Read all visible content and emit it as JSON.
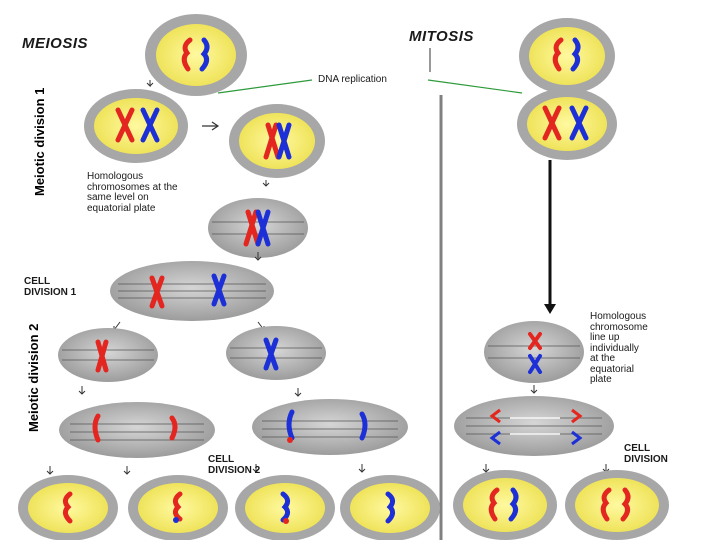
{
  "titles": {
    "meiosis": "MEIOSIS",
    "mitosis": "MITOSIS"
  },
  "labels": {
    "dna_replication": "DNA replication",
    "meiotic_division_1": "Meiotic division 1",
    "meiotic_division_2": "Meiotic division 2",
    "homologous_meiosis": "Homologous\nchromosomes at the\nsame level on\nequatorial plate",
    "cell_division_1": "CELL\nDIVISION 1",
    "cell_division_2": "CELL\nDIVISION 2",
    "homologous_mitosis": "Homologous\nchromosome\nline up\nindividually\nat the\nequatorial\nplate",
    "cell_division_mitosis": "CELL\nDIVISION"
  },
  "colors": {
    "cell_fill": "#f7f07a",
    "cell_ring": "#9a9a9a",
    "spindle_cell": "#b8b8b8",
    "chromosome_red": "#e3261f",
    "chromosome_blue": "#1d2fd6",
    "arrow": "#333333",
    "replication_line": "#2e9a3a",
    "divider": "#777777"
  },
  "icons": {
    "arrow": "down-arrow-icon",
    "right_arrow": "right-arrow-icon"
  }
}
